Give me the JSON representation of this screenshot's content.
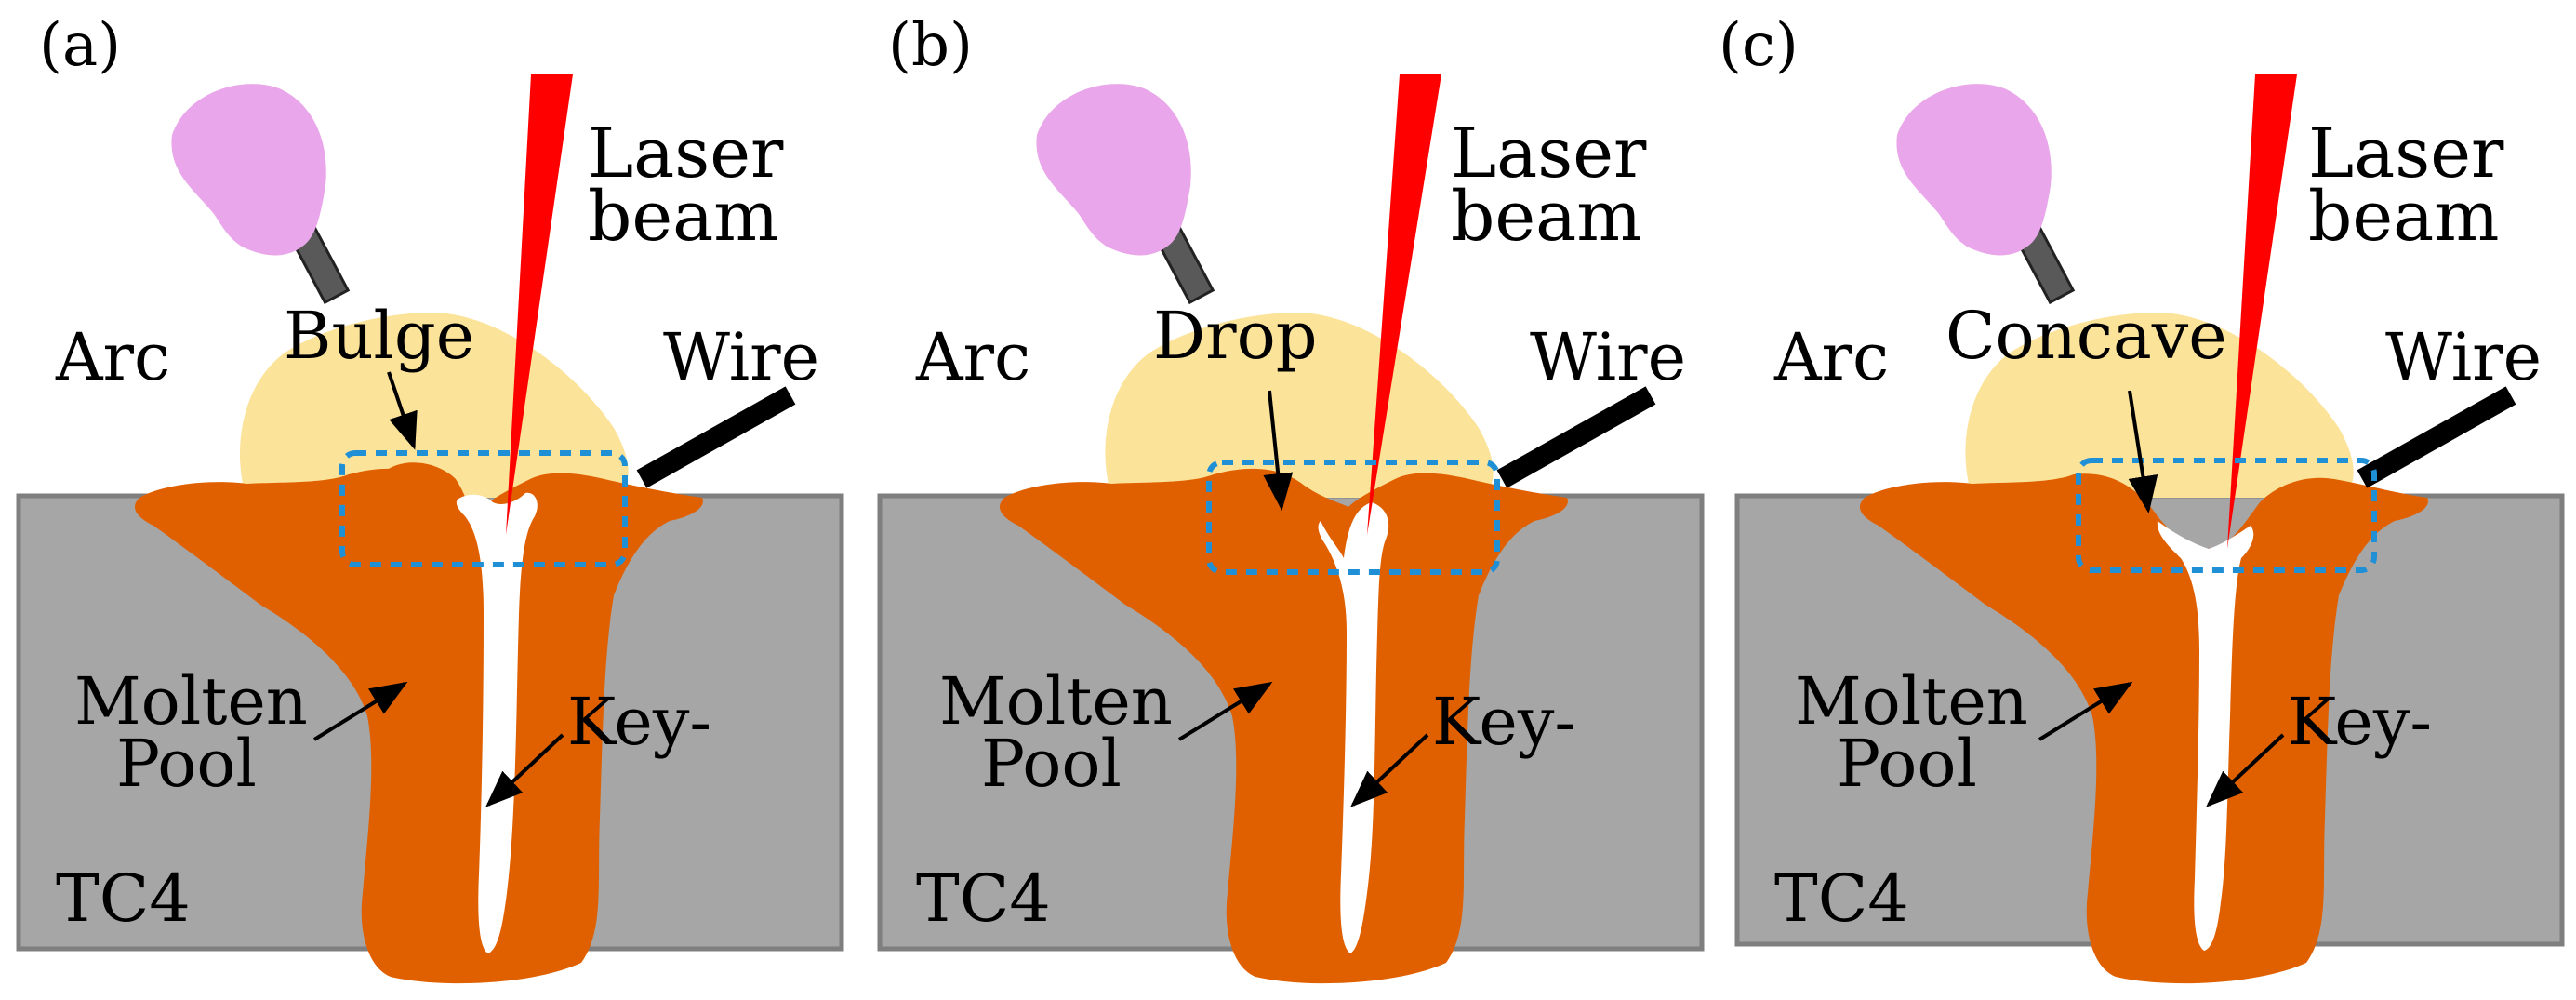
{
  "panels": [
    {
      "id": "a",
      "panel_label": "(a)",
      "laser_label_1": "Laser",
      "laser_label_2": "beam",
      "arc_label": "Arc",
      "wire_label": "Wire",
      "feature_label": "Bulge",
      "molten_label_1": "Molten",
      "molten_label_2": "Pool",
      "keyhole_label": "Key-",
      "material_label": "TC4"
    },
    {
      "id": "b",
      "panel_label": "(b)",
      "laser_label_1": "Laser",
      "laser_label_2": "beam",
      "arc_label": "Arc",
      "wire_label": "Wire",
      "feature_label": "Drop",
      "molten_label_1": "Molten",
      "molten_label_2": "Pool",
      "keyhole_label": "Key-",
      "material_label": "TC4"
    },
    {
      "id": "c",
      "panel_label": "(c)",
      "laser_label_1": "Laser",
      "laser_label_2": "beam",
      "arc_label": "Arc",
      "wire_label": "Wire",
      "feature_label": "Concave",
      "molten_label_1": "Molten",
      "molten_label_2": "Pool",
      "keyhole_label": "Key-",
      "material_label": "TC4"
    }
  ],
  "colors": {
    "substrate": "#a6a6a6",
    "substrate_border": "#7f7f7f",
    "molten_pool": "#e06000",
    "arc": "#fce39a",
    "laser": "#ff0000",
    "nozzle": "#e9a6ea",
    "electrode": "#595959",
    "wire": "#000000",
    "keyhole": "#ffffff",
    "highlight_box": "#1f8fd6"
  }
}
